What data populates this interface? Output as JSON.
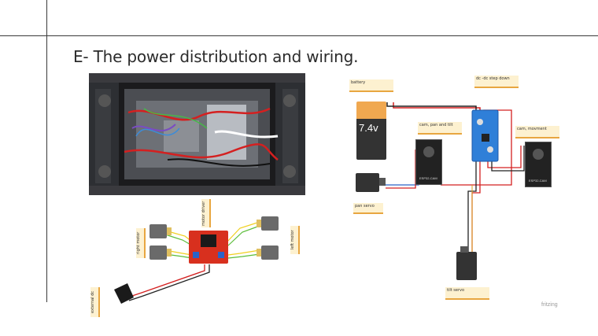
{
  "slide": {
    "title": "E- The power distribution and wiring."
  },
  "wiring_notes": {
    "battery": "battery",
    "step_down": "dc -dc step down",
    "cam_pan_tilt": "cam, pan and tilt",
    "cam_movement": "cam, movment",
    "pan_servo": "pan servo",
    "tilt_servo": "tilt servo",
    "battery_voltage": "7.4v",
    "esp_left": "ESP32-CAM",
    "esp_right": "ESP32-CAM"
  },
  "motor_notes": {
    "left_motors": "right motor",
    "driver": "motor driver",
    "right_motors": "left motor",
    "plug": "external dc"
  },
  "footer": {
    "brand": "fritzing"
  },
  "colors": {
    "note_bg": "#fdf1d0",
    "note_accent": "#e8a640",
    "wire_red": "#d42020",
    "wire_black": "#222222",
    "wire_blue": "#2a63c8",
    "wire_green": "#5bbd3a",
    "wire_yellow": "#f0d020",
    "driver_red": "#d8301e"
  }
}
